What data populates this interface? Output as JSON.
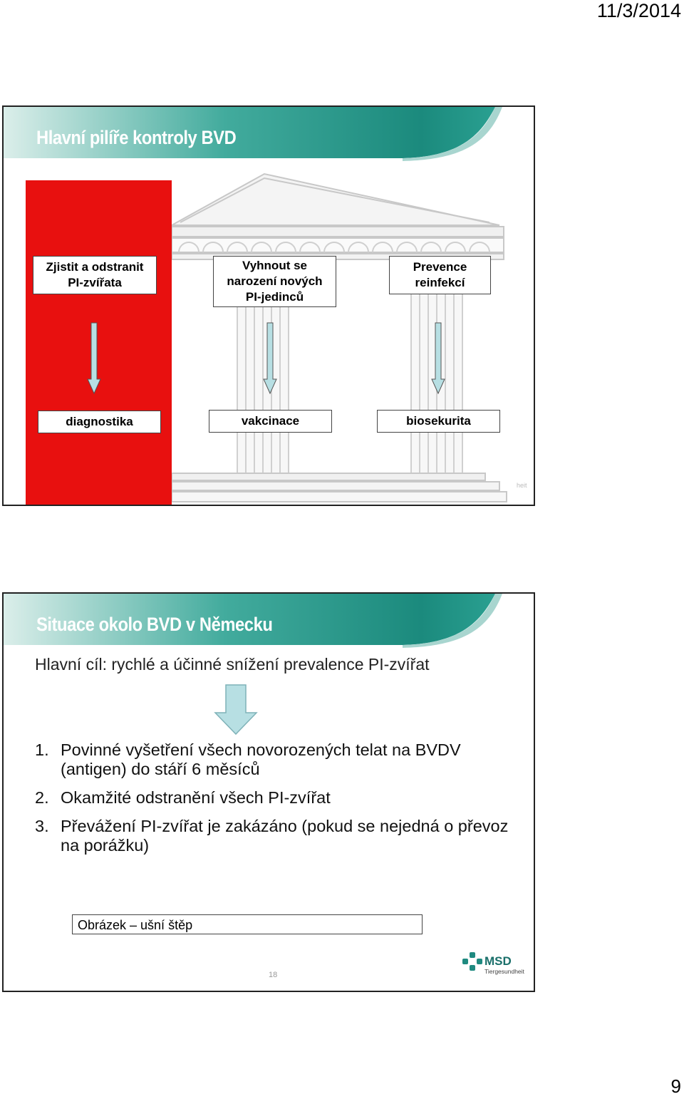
{
  "page": {
    "date": "11/3/2014",
    "number": "9"
  },
  "slide1": {
    "title": "Hlavní pilíře kontroly BVD",
    "pillars": [
      {
        "goal_lines": [
          "Zjistit a odstranit",
          "PI-zvířata"
        ],
        "tool": "diagnostika"
      },
      {
        "goal_lines": [
          "Vyhnout se",
          "narození nových",
          "PI-jedinců"
        ],
        "tool": "vakcinace"
      },
      {
        "goal_lines": [
          "Prevence",
          "reinfekcí"
        ],
        "tool": "biosekurita"
      }
    ],
    "faint_logo_text": "heit"
  },
  "slide2": {
    "title": "Situace okolo BVD v Německu",
    "goal": "Hlavní cíl: rychlé a účinné snížení prevalence PI-zvířat",
    "list": [
      {
        "num": "1.",
        "text": "Povinné vyšetření všech novorozených telat na BVDV (antigen) do stáří 6 měsíců"
      },
      {
        "num": "2.",
        "text": "Okamžité odstranění všech PI-zvířat"
      },
      {
        "num": "3.",
        "text": "Převážení PI-zvířat je zakázáno (pokud se nejedná o převoz na porážku)"
      }
    ],
    "caption": "Obrázek – ušní štěp",
    "slide_number": "18",
    "logo": {
      "name": "MSD",
      "sub": "Tiergesundheit"
    }
  },
  "colors": {
    "red_panel": "#e8100f",
    "header_teal": "#1f9a8c",
    "header_light": "#d9eeeb",
    "arrow_fill": "#b7dfe3"
  }
}
